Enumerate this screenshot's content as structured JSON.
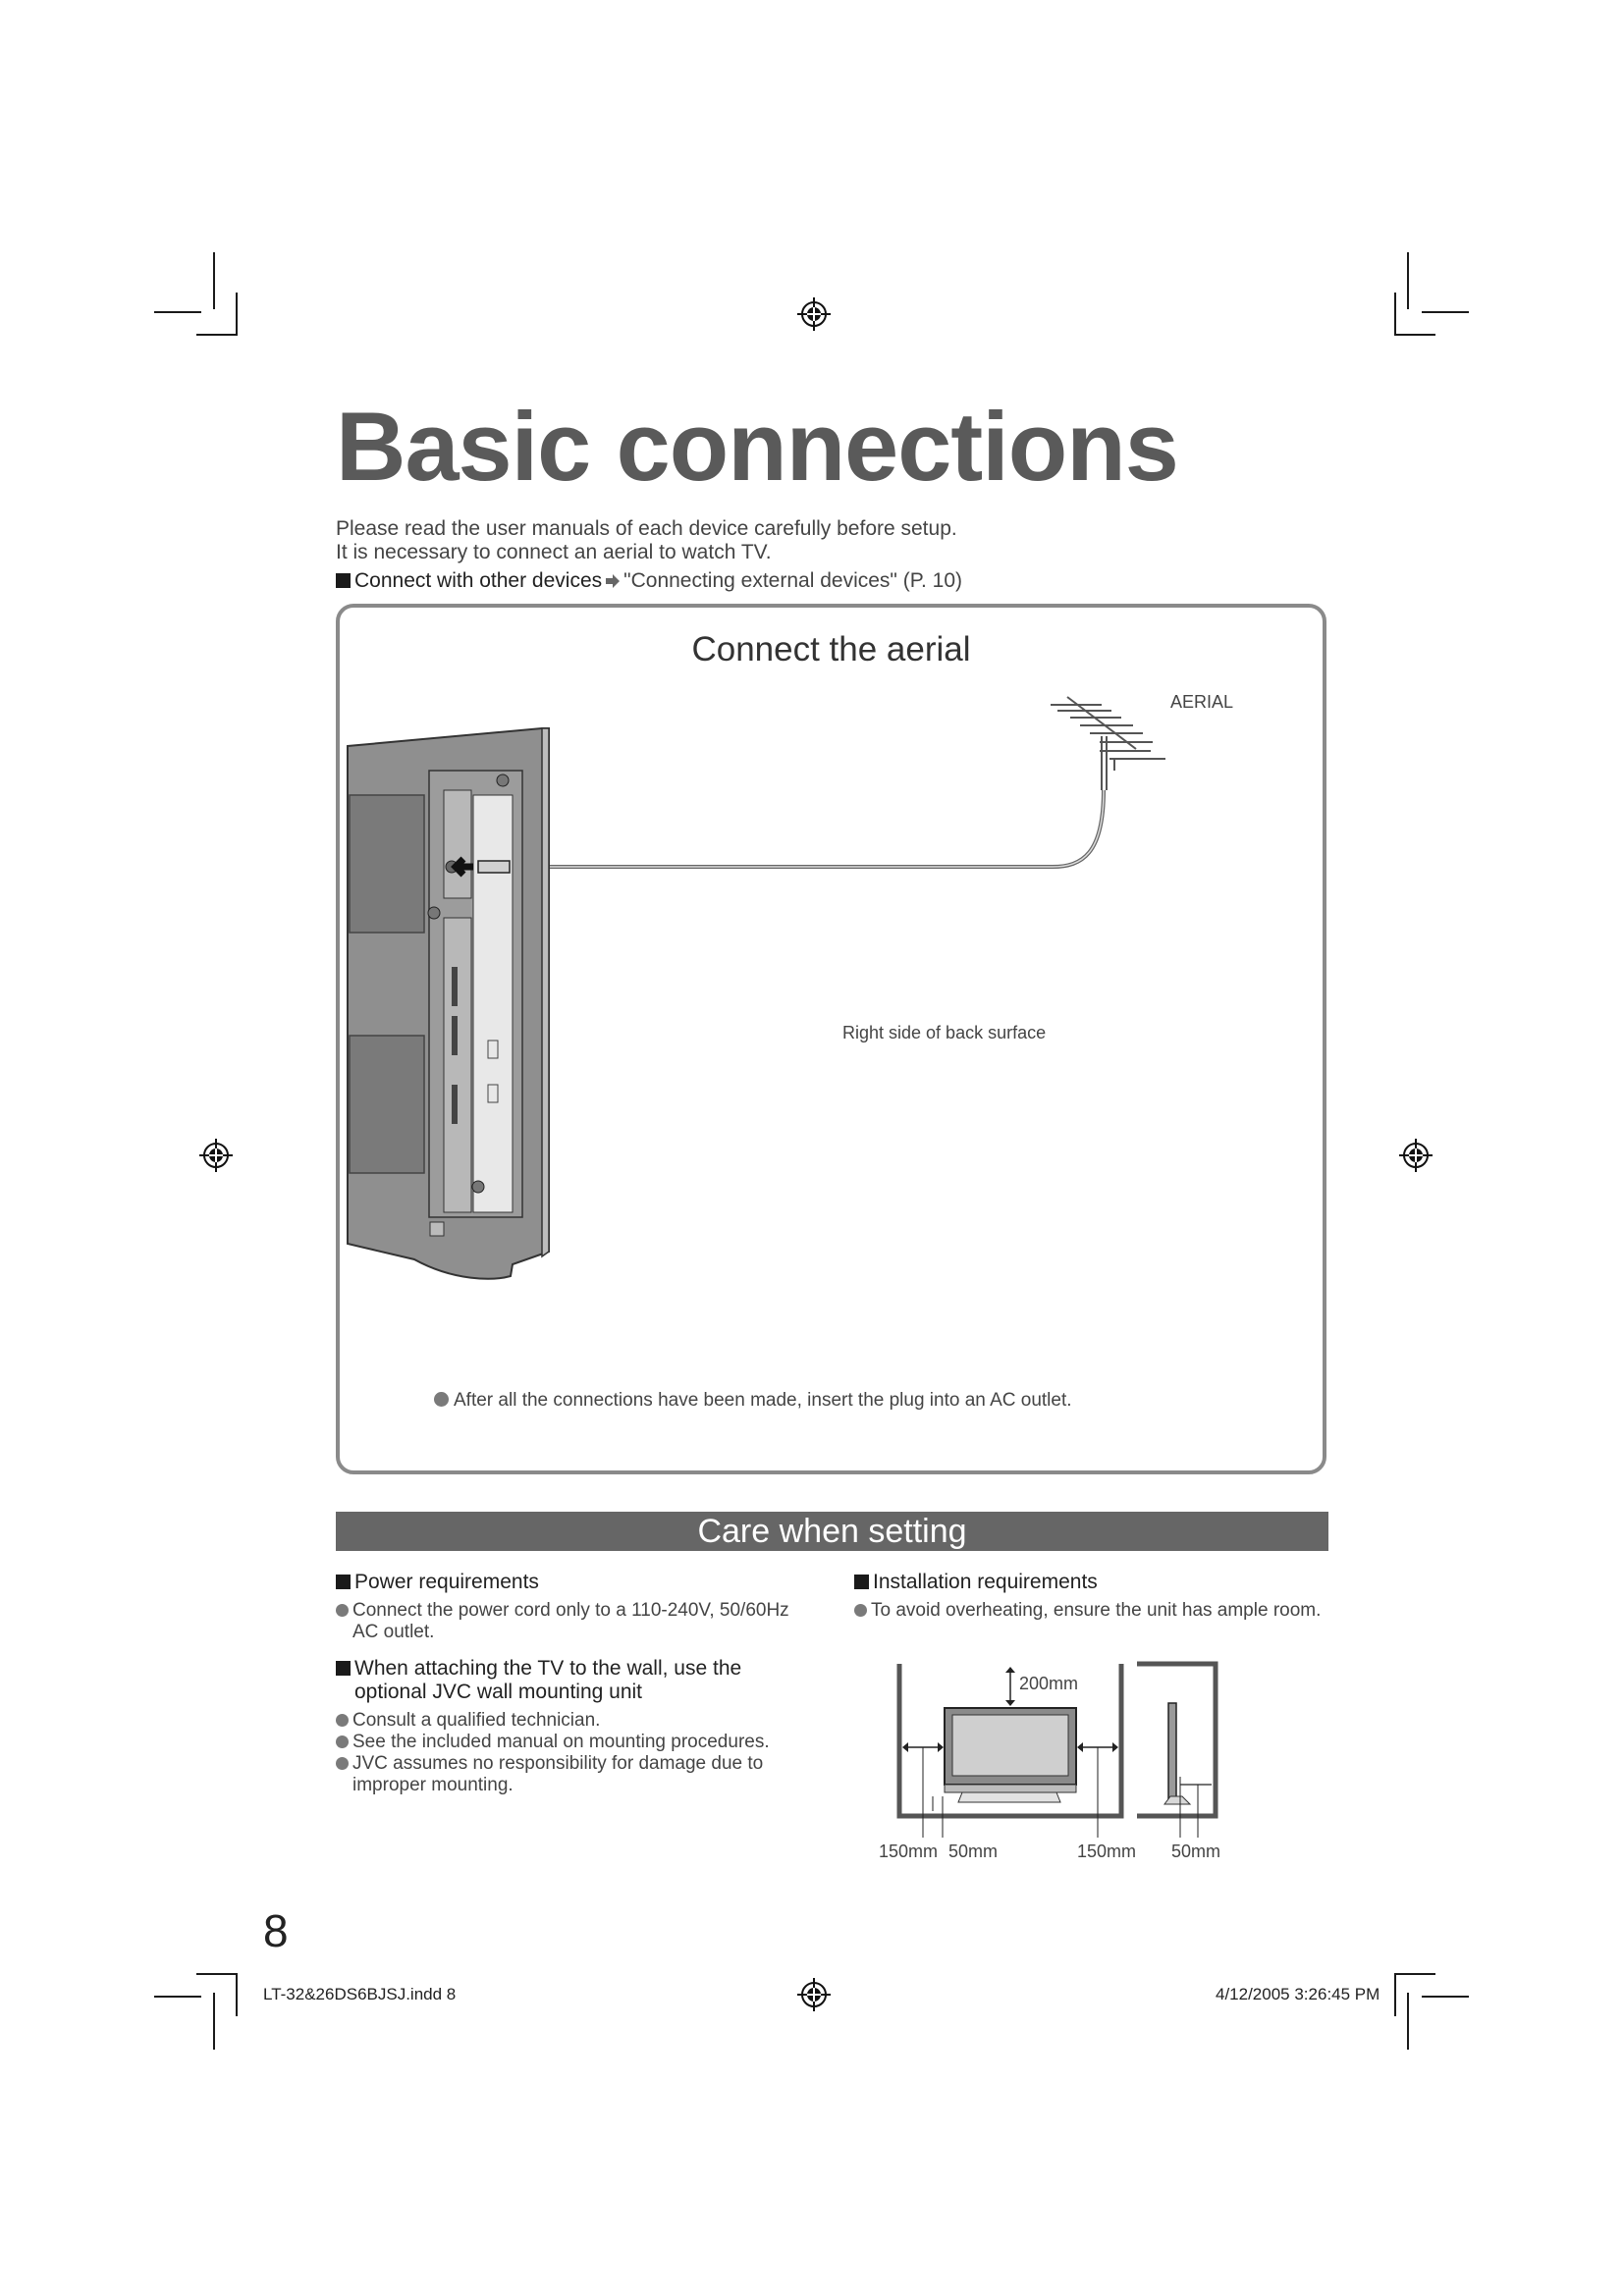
{
  "title": "Basic connections",
  "intro": {
    "line1": "Please read the user manuals of each device carefully before setup.",
    "line2": "It is necessary to connect an aerial to watch TV."
  },
  "link": {
    "label": "Connect with other devices",
    "target": "\"Connecting external devices\" (P. 10)"
  },
  "aerial_section": {
    "title": "Connect the aerial",
    "aerial_label": "AERIAL",
    "back_label": "Right side of back surface",
    "note": "After all the connections have been made, insert the plug into an AC outlet."
  },
  "care": {
    "title": "Care when setting",
    "power": {
      "heading": "Power requirements",
      "items": [
        "Connect the power cord only to a 110-240V, 50/60Hz AC outlet."
      ]
    },
    "wall": {
      "heading": "When attaching the TV to the wall, use the optional JVC wall mounting unit",
      "items": [
        "Consult a qualified technician.",
        "See the included manual on mounting procedures.",
        "JVC assumes no responsibility for damage due to improper mounting."
      ]
    },
    "installation": {
      "heading": "Installation requirements",
      "items": [
        "To avoid overheating, ensure the unit has ample room."
      ]
    },
    "clearances": {
      "top": "200mm",
      "left_side": "150mm",
      "bottom": "50mm",
      "right_side": "150mm",
      "rear": "50mm"
    }
  },
  "page_number": "8",
  "footer": {
    "file": "LT-32&26DS6BJSJ.indd   8",
    "timestamp": "4/12/2005   3:26:45 PM"
  },
  "colors": {
    "heading_gray": "#5a5a5a",
    "bar_gray": "#666666",
    "panel_border": "#8a8a8a",
    "tv_body": "#8f8f8f"
  }
}
